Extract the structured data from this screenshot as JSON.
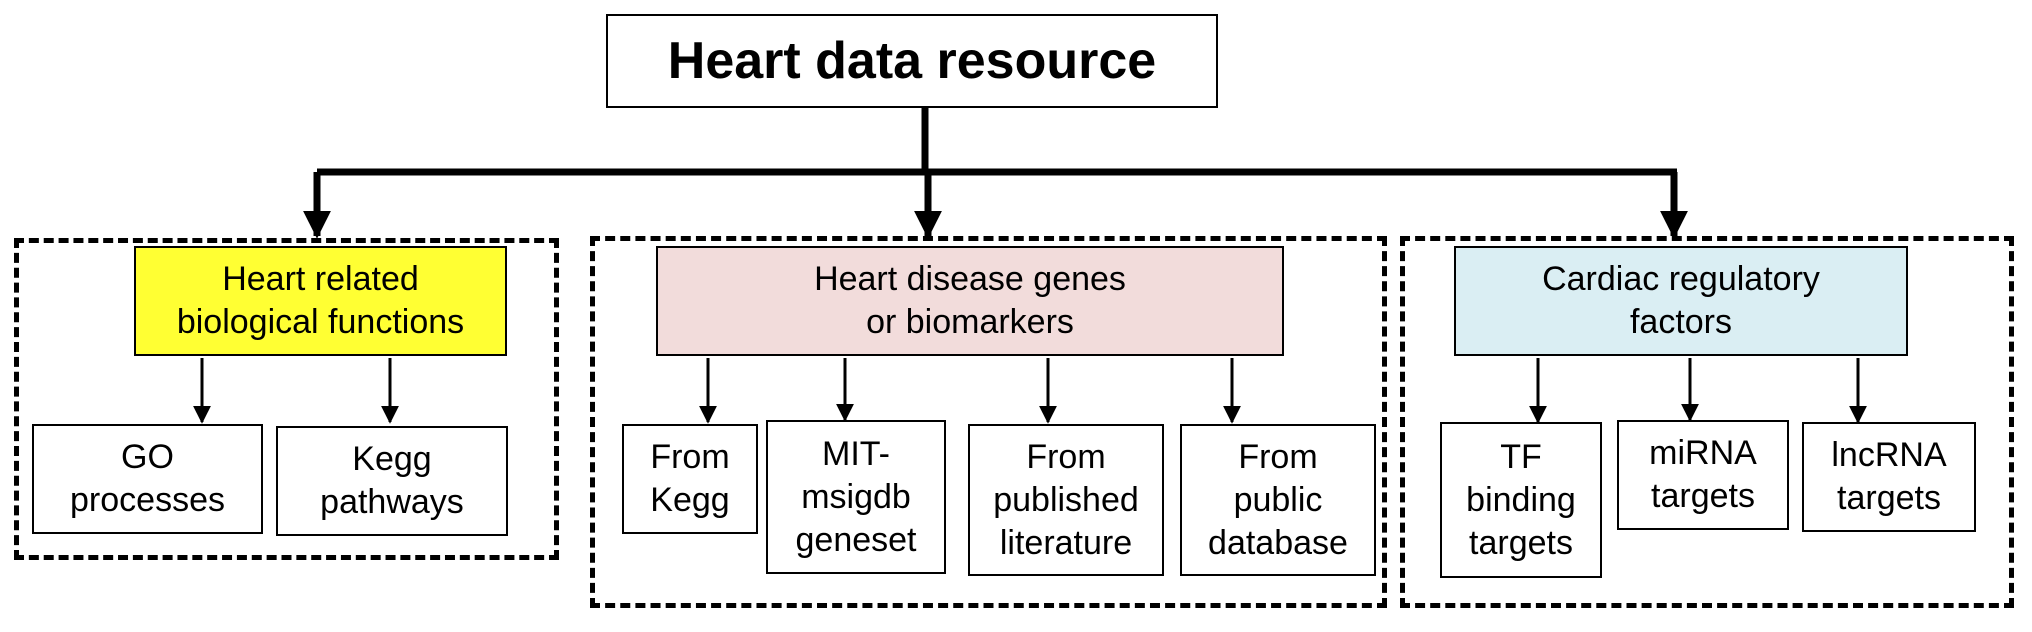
{
  "title": "Heart data resource",
  "groups": [
    {
      "heading": "Heart related\nbiological functions",
      "color": "#FFFF33",
      "items": [
        "GO\nprocesses",
        "Kegg\npathways"
      ]
    },
    {
      "heading": "Heart disease genes\nor biomarkers",
      "color": "#F2DCDB",
      "items": [
        "From\nKegg",
        "MIT-\nmsigdb\ngeneset",
        "From\npublished\nliterature",
        "From\npublic\ndatabase"
      ]
    },
    {
      "heading": "Cardiac regulatory\nfactors",
      "color": "#DAEEF3",
      "items": [
        "TF\nbinding\ntargets",
        "miRNA\ntargets",
        "lncRNA\ntargets"
      ]
    }
  ]
}
